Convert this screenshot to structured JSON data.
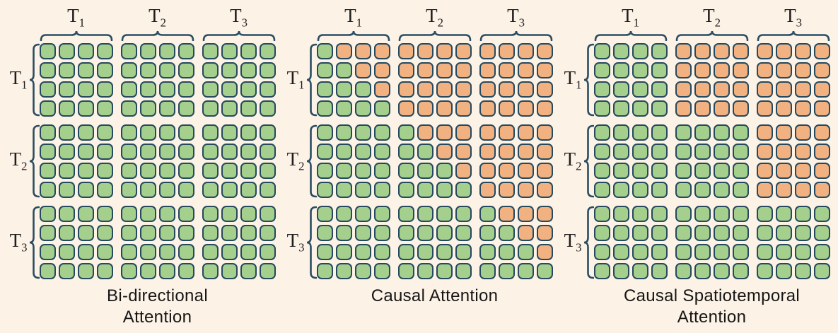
{
  "figure": {
    "background": "#fcf2e6",
    "cell_colors": {
      "attended": "#a5cf8d",
      "masked": "#f2b181",
      "cell_border": "#26495e"
    },
    "bracket_color": "#2a4d63",
    "label_color": "#1e1e1e",
    "caption_color": "#161616",
    "panels": [
      {
        "name": "bidirectional-attention",
        "caption_lines": [
          "Bi-directional",
          "Attention"
        ],
        "col_groups": [
          {
            "base": "T",
            "sub": "1"
          },
          {
            "base": "T",
            "sub": "2"
          },
          {
            "base": "T",
            "sub": "3"
          }
        ],
        "row_groups": [
          {
            "base": "T",
            "sub": "1"
          },
          {
            "base": "T",
            "sub": "2"
          },
          {
            "base": "T",
            "sub": "3"
          }
        ],
        "mask": [
          "111111111111",
          "111111111111",
          "111111111111",
          "111111111111",
          "111111111111",
          "111111111111",
          "111111111111",
          "111111111111",
          "111111111111",
          "111111111111",
          "111111111111",
          "111111111111"
        ]
      },
      {
        "name": "causal-attention",
        "caption_lines": [
          "Causal Attention"
        ],
        "col_groups": [
          {
            "base": "T",
            "sub": "1"
          },
          {
            "base": "T",
            "sub": "2"
          },
          {
            "base": "T",
            "sub": "3"
          }
        ],
        "row_groups": [
          {
            "base": "T",
            "sub": "1"
          },
          {
            "base": "T",
            "sub": "2"
          },
          {
            "base": "T",
            "sub": "3"
          }
        ],
        "mask": [
          "100000000000",
          "110000000000",
          "111000000000",
          "111100000000",
          "111110000000",
          "111111000000",
          "111111100000",
          "111111110000",
          "111111111000",
          "111111111100",
          "111111111110",
          "111111111111"
        ]
      },
      {
        "name": "causal-spatiotemporal-attention",
        "caption_lines": [
          "Causal Spatiotemporal",
          "Attention"
        ],
        "col_groups": [
          {
            "base": "T",
            "sub": "1"
          },
          {
            "base": "T",
            "sub": "2"
          },
          {
            "base": "T",
            "sub": "3"
          }
        ],
        "row_groups": [
          {
            "base": "T",
            "sub": "1"
          },
          {
            "base": "T",
            "sub": "2"
          },
          {
            "base": "T",
            "sub": "3"
          }
        ],
        "mask": [
          "111100000000",
          "111100000000",
          "111100000000",
          "111100000000",
          "111111110000",
          "111111110000",
          "111111110000",
          "111111110000",
          "111111111111",
          "111111111111",
          "111111111111",
          "111111111111"
        ]
      }
    ]
  }
}
